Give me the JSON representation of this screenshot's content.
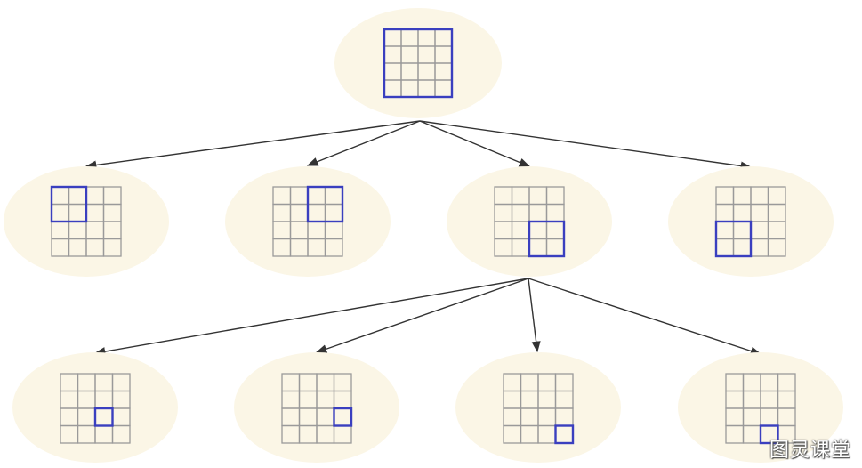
{
  "colors": {
    "background": "#ffffff",
    "node_fill": "#fbf6e6",
    "grid_line": "#9a9a9a",
    "highlight": "#3a3fbf",
    "arrow": "#333333"
  },
  "grid_size": 4,
  "root": {
    "id": "root",
    "highlight": {
      "row": 0,
      "col": 0,
      "size": 4
    }
  },
  "level1": [
    {
      "id": "l1-top-left",
      "highlight": {
        "row": 0,
        "col": 0,
        "size": 2
      }
    },
    {
      "id": "l1-top-right",
      "highlight": {
        "row": 0,
        "col": 2,
        "size": 2
      }
    },
    {
      "id": "l1-bottom-right",
      "highlight": {
        "row": 2,
        "col": 2,
        "size": 2
      },
      "expanded": true
    },
    {
      "id": "l1-bottom-left",
      "highlight": {
        "row": 2,
        "col": 0,
        "size": 2
      }
    }
  ],
  "level2": [
    {
      "id": "l2-cell-2-2",
      "highlight": {
        "row": 2,
        "col": 2,
        "size": 1
      }
    },
    {
      "id": "l2-cell-2-3",
      "highlight": {
        "row": 2,
        "col": 3,
        "size": 1
      }
    },
    {
      "id": "l2-cell-3-3",
      "highlight": {
        "row": 3,
        "col": 3,
        "size": 1
      }
    },
    {
      "id": "l2-cell-3-2",
      "highlight": {
        "row": 3,
        "col": 2,
        "size": 1
      }
    }
  ],
  "watermark": "图灵课堂"
}
